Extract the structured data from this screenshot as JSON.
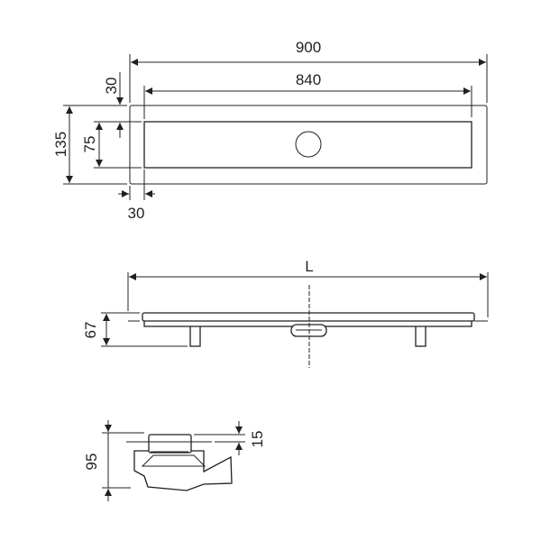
{
  "top_view": {
    "overall_length": "900",
    "grate_length": "840",
    "overall_width": "135",
    "grate_width": "75",
    "side_margin": "30",
    "end_margin": "30"
  },
  "side_view": {
    "length_label": "L",
    "height": "67"
  },
  "end_view": {
    "total_height": "95",
    "top_height": "15"
  },
  "colors": {
    "line": "#231f20",
    "background": "#ffffff"
  }
}
